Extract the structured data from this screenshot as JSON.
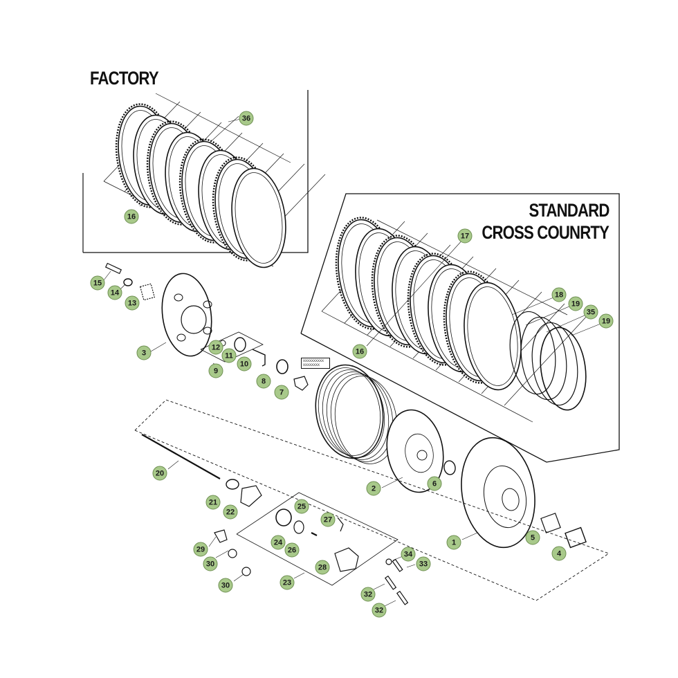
{
  "headings": {
    "factory": "FACTORY",
    "standard_line1": "STANDARD",
    "standard_line2": "CROSS COUNRTY"
  },
  "callouts": [
    "36",
    "16",
    "17",
    "18",
    "19",
    "35",
    "19",
    "16",
    "15",
    "14",
    "13",
    "3",
    "12",
    "11",
    "10",
    "9",
    "8",
    "7",
    "20",
    "2",
    "6",
    "1",
    "5",
    "4",
    "21",
    "22",
    "25",
    "27",
    "24",
    "26",
    "29",
    "30",
    "28",
    "34",
    "33",
    "23",
    "30",
    "32",
    "32"
  ],
  "tag_text": "XXXXXXXXXX XXXXXXXX",
  "colors": {
    "callout_fill": "#a8c98a",
    "callout_border": "#6e8f52",
    "line": "#111111"
  }
}
